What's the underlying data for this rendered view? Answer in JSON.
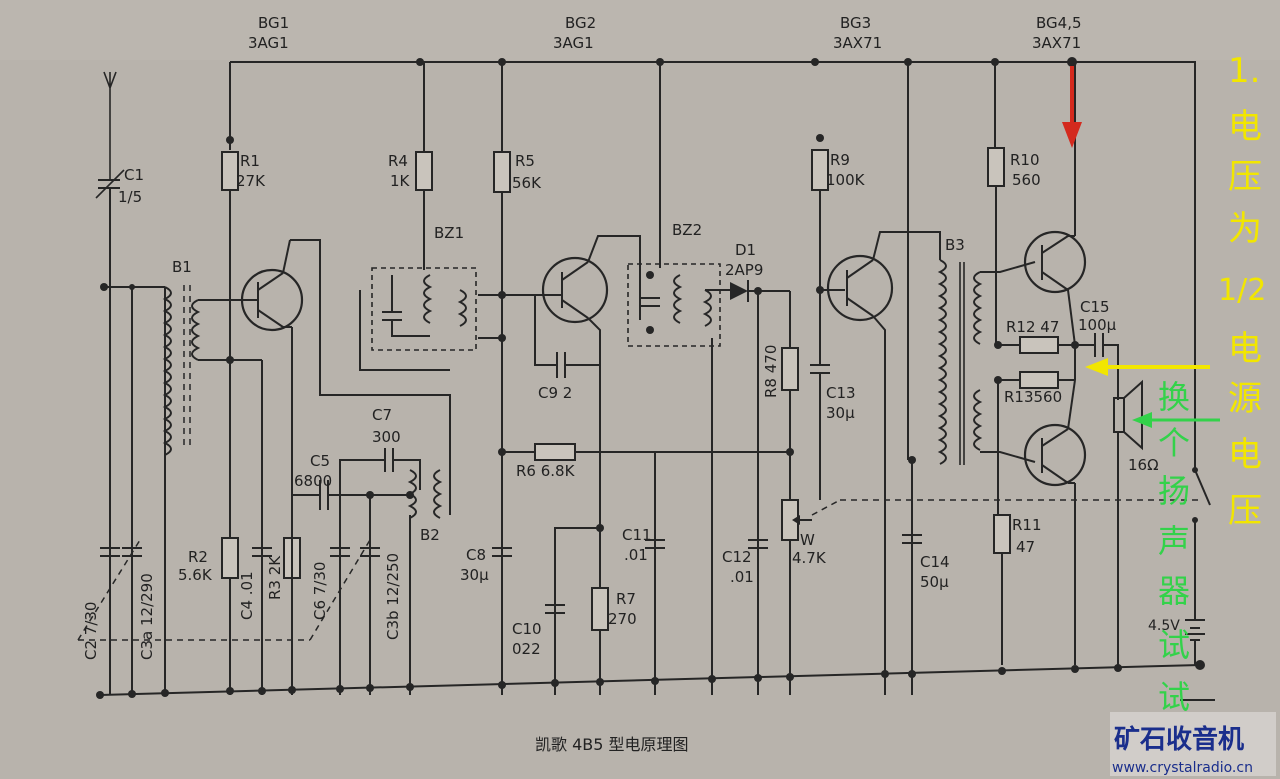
{
  "caption": "凯歌 4B5 型电原理图",
  "annotation_voltage": [
    "1.",
    "电",
    "压",
    "为",
    "1/2",
    "电",
    "源",
    "电",
    "压"
  ],
  "annotation_speaker": [
    "换",
    "个",
    "扬",
    "声",
    "器",
    "试",
    "试"
  ],
  "watermark": {
    "brand": "矿石收音机",
    "url": "www.crystalradio.cn"
  },
  "colors": {
    "yellow": "#f2e600",
    "green": "#33d24a",
    "red": "#d42a1e",
    "brand": "#1a2e8c"
  },
  "transistors": [
    {
      "ref": "BG1",
      "type": "3AG1"
    },
    {
      "ref": "BG2",
      "type": "3AG1"
    },
    {
      "ref": "BG3",
      "type": "3AX71"
    },
    {
      "ref": "BG4,5",
      "type": "3AX71"
    }
  ],
  "labels": {
    "c1": [
      "C1",
      "1/5"
    ],
    "b1": "B1",
    "r1": [
      "R1",
      "27K"
    ],
    "r4": [
      "R4",
      "1K"
    ],
    "r5": [
      "R5",
      "56K"
    ],
    "bz1": "BZ1",
    "bz2": "BZ2",
    "d1": [
      "D1",
      "2AP9"
    ],
    "r9": [
      "R9",
      "100K"
    ],
    "b3": "B3",
    "r10": [
      "R10",
      "560"
    ],
    "r12": "R12 47",
    "c15": [
      "C15",
      "100μ"
    ],
    "r13": "R13560",
    "spk": "16Ω",
    "c7": [
      "C7",
      "300"
    ],
    "c5": [
      "C5",
      "6800"
    ],
    "b2": "B2",
    "c9": "C9 2",
    "r8": "R8 470",
    "c13": [
      "C13",
      "30μ"
    ],
    "r6": "R6 6.8K",
    "c2": "C2 7/30",
    "c3a": "C3a 12/290",
    "r2": [
      "R2",
      "5.6K"
    ],
    "c4": "C4 .01",
    "r3": "R3 2K",
    "c6": "C6 7/30",
    "c3b": "C3b 12/250",
    "c8": [
      "C8",
      "30μ"
    ],
    "c11": [
      "C11",
      ".01"
    ],
    "c12": [
      "C12",
      ".01"
    ],
    "w": [
      "W",
      "4.7K"
    ],
    "c14": [
      "C14",
      "50μ"
    ],
    "r11": [
      "R11",
      "47"
    ],
    "bat": "4.5V",
    "c10": [
      "C10",
      "022"
    ],
    "r7": [
      "R7",
      "270"
    ]
  }
}
